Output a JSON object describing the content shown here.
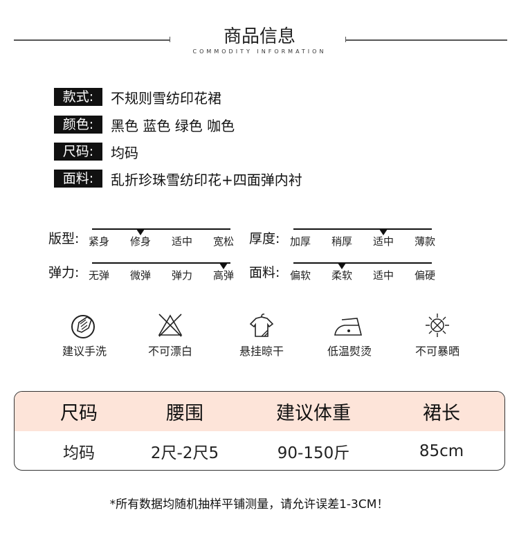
{
  "header": {
    "title": "商品信息",
    "subtitle": "COMMODITY INFORMATION"
  },
  "specs": [
    {
      "label": "款式:",
      "value": "不规则雪纺印花裙"
    },
    {
      "label": "颜色:",
      "value": "黑色 蓝色 绿色 咖色"
    },
    {
      "label": "尺码:",
      "value": "均码"
    },
    {
      "label": "面料:",
      "value": "乱折珍珠雪纺印花+四面弹内衬"
    }
  ],
  "scales": [
    {
      "label": "版型:",
      "options": [
        "紧身",
        "修身",
        "适中",
        "宽松"
      ],
      "selected_index": 1
    },
    {
      "label": "厚度:",
      "options": [
        "加厚",
        "稍厚",
        "适中",
        "薄款"
      ],
      "selected_index": 2
    },
    {
      "label": "弹力:",
      "options": [
        "无弹",
        "微弹",
        "弹力",
        "高弹"
      ],
      "selected_index": 3
    },
    {
      "label": "面料:",
      "options": [
        "偏软",
        "柔软",
        "适中",
        "偏硬"
      ],
      "selected_index": 1
    }
  ],
  "care": [
    {
      "icon": "hand-wash-icon",
      "label": "建议手洗"
    },
    {
      "icon": "no-bleach-icon",
      "label": "不可漂白"
    },
    {
      "icon": "hang-dry-icon",
      "label": "悬挂晾干"
    },
    {
      "icon": "low-iron-icon",
      "label": "低温熨烫"
    },
    {
      "icon": "no-sun-icon",
      "label": "不可暴晒"
    }
  ],
  "size_table": {
    "headers": [
      "尺码",
      "腰围",
      "建议体重",
      "裙长"
    ],
    "rows": [
      [
        "均码",
        "2尺-2尺5",
        "90-150斤",
        "85cm"
      ]
    ]
  },
  "note": "*所有数据均随机抽样平铺测量，请允许误差1-3CM！",
  "colors": {
    "header_bg": "#fde4d9",
    "label_bg": "#111111"
  }
}
